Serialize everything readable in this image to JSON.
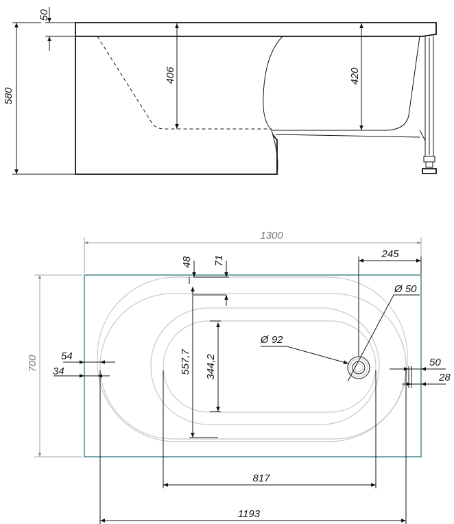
{
  "side_view": {
    "dims": {
      "rim_thickness": "50",
      "total_height": "580",
      "depth_left": "406",
      "depth_right": "420"
    }
  },
  "top_view": {
    "dims": {
      "length": "1300",
      "width": "700",
      "drain_offset": "245",
      "drain_outer_diameter": "Ø 50",
      "drain_diameter": "Ø 92",
      "top_rim_48": "48",
      "top_rim_71": "71",
      "left_rim_54": "54",
      "left_rim_34": "34",
      "right_rim_50": "50",
      "right_rim_28": "28",
      "outer_bowl_height": "557,7",
      "inner_bowl_height": "344,2",
      "inner_bowl_length": "817",
      "outer_bowl_length": "1193"
    }
  }
}
